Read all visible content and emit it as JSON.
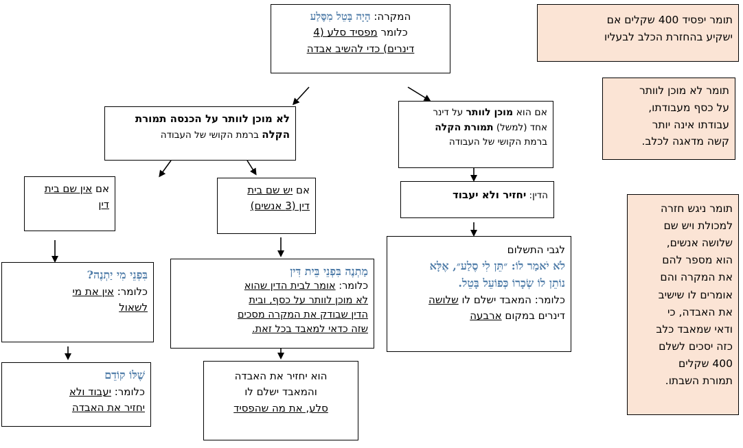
{
  "top": {
    "prefix": "המקרה: ",
    "quote": "הָיָה בָּטֵל מִסֶּלַע",
    "line2_prefix": "כלומר ",
    "line2_u": "מפסיד סלע (4",
    "line3_u": "דינרים) כדי להשיב אבדה"
  },
  "left_mid": {
    "bold1": "לא מוכן לוותר על הכנסה תמורת",
    "bold2": "הקלה",
    "rest": " ברמת הקושי של העבודה"
  },
  "right_mid": {
    "t1": "אם הוא ",
    "b1": "מוכן לוותר",
    "t2": " על דינר",
    "t3": "אחד (למשל) ",
    "b2": "תמורת הקלה",
    "t4": "ברמת הקושי של העבודה"
  },
  "no_court": {
    "prefix": "אם ",
    "u": "אין שם בית",
    "u2": "דין"
  },
  "yes_court": {
    "prefix": "אם ",
    "u": "יש שם בית",
    "u2": "דין (3 אנשים)"
  },
  "din": {
    "prefix": "הדין: ",
    "bold": "יחזיר ולא יעבוד"
  },
  "payment": {
    "l1": "לגבי התשלום",
    "l2": "לֹא יֹאמַר לוֹ: ״תֵּן לִי סֶלַע״, אֶלָּא",
    "l3": "נוֹתֵן לוֹ שְׂכָרוֹ כְּפוֹעֵל בָּטֵל.",
    "l4_prefix": "כלומר: המאבד ישלם לו ",
    "l4_u": "שלושה",
    "l5_prefix": "דינרים במקום ",
    "l5_u": "ארבעה"
  },
  "bifnei": {
    "quote": "בִּפְנֵי מִי יַתְנֶה?",
    "prefix": "כלומר: ",
    "u1": "אין את מי",
    "u2": "לשאול"
  },
  "matneh": {
    "quote": "מַתְנֶה בִּפְנֵי בֵּית דִּין",
    "prefix": "כלומר: ",
    "u1": "אומר לבית הדין שהוא",
    "u2": "לא מוכן לוותר על כסף, ובית",
    "u3": "הדין שבודק את המקרה מסכים",
    "u4": "שזה כדאי למאבד בכל זאת."
  },
  "shelo": {
    "quote": "שֶׁלּוֹ קוֹדֵם",
    "prefix": "כלומר: ",
    "u1": "יעבוד ולא",
    "u2": "יחזיר את האבדה"
  },
  "yachzir": {
    "l1": "הוא יחזיר את האבדה",
    "l2": "והמאבד ישלם לו",
    "l3": "סלע, את מה שהפסיד"
  },
  "side1": {
    "l1": "תומר יפסיד 400 שקלים אם",
    "l2": "ישקיע בהחזרת הכלב לבעליו"
  },
  "side2": {
    "l1": "תומר לא מוכן לוותר",
    "l2": "על כסף מעבודתו,",
    "l3": "עבודתו אינה יותר",
    "l4": "קשה מדאגה לכלב."
  },
  "side3": {
    "l1": "תומר ניגש חזרה",
    "l2": "למכולת ויש שם",
    "l3": "שלושה אנשים,",
    "l4": "הוא מספר להם",
    "l5": "את המקרה והם",
    "l6": "אומרים לו שישיב",
    "l7": "את האבדה, כי",
    "l8": "ודאי שמאבד כלב",
    "l9": "כזה יסכים לשלם",
    "l10": "400 שקלים",
    "l11": "תמורת השבתו."
  },
  "colors": {
    "blue": "#4f7ca8",
    "peach": "#fbe4d5"
  }
}
